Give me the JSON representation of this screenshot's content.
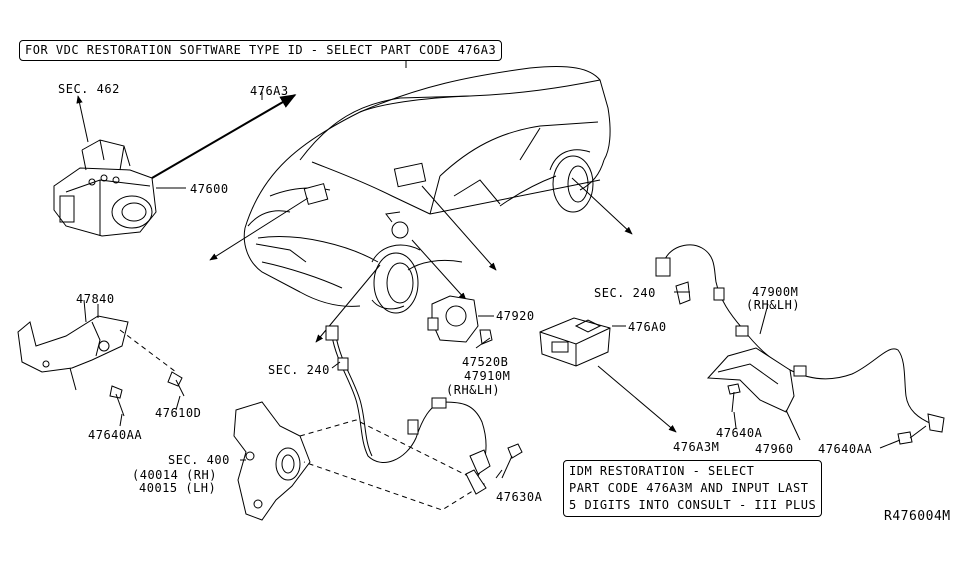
{
  "notes": {
    "top_box": "FOR VDC RESTORATION SOFTWARE TYPE ID - SELECT PART CODE 476A3",
    "bottom_box": [
      "IDM RESTORATION - SELECT",
      "PART CODE 476A3M AND INPUT LAST",
      "5 DIGITS INTO CONSULT - III PLUS"
    ]
  },
  "labels": {
    "sec462": "SEC. 462",
    "p476a3": "476A3",
    "p47600": "47600",
    "p47840": "47840",
    "p47610d": "47610D",
    "p47640aa_left": "47640AA",
    "sec240_mid": "SEC. 240",
    "sec400": "SEC. 400",
    "p40014": "(40014 (RH)",
    "p40015": "40015 (LH)",
    "p47920": "47920",
    "p47520b": "47520B",
    "p47910m": "47910M",
    "p47910m_side": "(RH&LH)",
    "p47630a": "47630A",
    "sec240_right": "SEC. 240",
    "p476a0": "476A0",
    "p47900m": "47900M",
    "p47900m_side": "(RH&LH)",
    "p47640a": "47640A",
    "p47960": "47960",
    "p476a3m": "476A3M",
    "p47640aa_right": "47640AA",
    "ref": "R476004M"
  }
}
